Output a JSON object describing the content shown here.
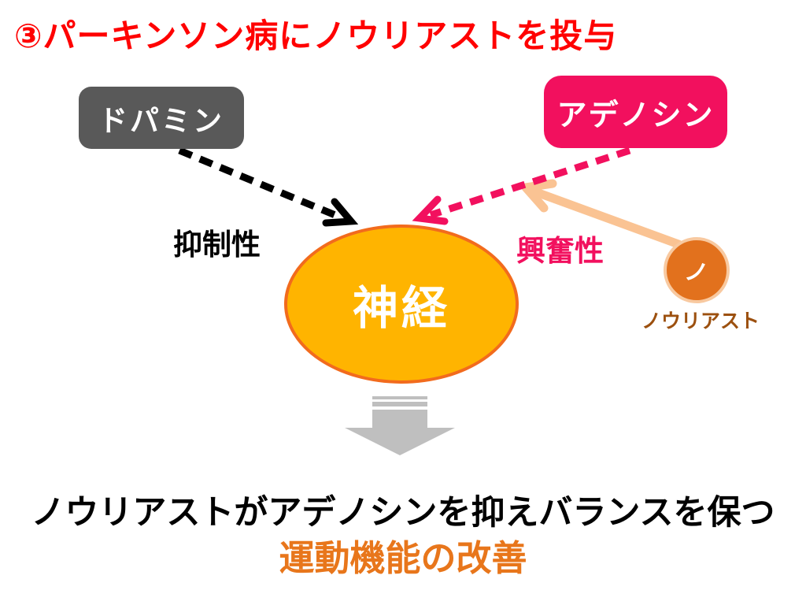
{
  "title": "③パーキンソン病にノウリアストを投与",
  "colors": {
    "title_red": "#ff0000",
    "dopamine_gray": "#595959",
    "adenosine_pink": "#f2105e",
    "nerve_fill": "#ffb400",
    "nerve_border": "#f26b1d",
    "nouriast_fill": "#e2711d",
    "nouriast_ring": "#f8c9a0",
    "nouriast_label_brown": "#9c500f",
    "peach_arrow": "#fac393",
    "gray_arrow": "#bfbfbf",
    "inhibitory_black": "#000000",
    "improvement_orange": "#e8761b"
  },
  "nodes": {
    "dopamine": {
      "label": "ドパミン"
    },
    "adenosine": {
      "label": "アデノシン"
    },
    "nerve": {
      "label": "神経"
    },
    "nouriast": {
      "glyph": "ノ",
      "label": "ノウリアスト"
    }
  },
  "edges": {
    "inhibitory": {
      "label": "抑制性"
    },
    "excitatory": {
      "label": "興奮性"
    }
  },
  "conclusion": {
    "line1": "ノウリアストがアデノシンを抑えバランスを保つ",
    "line2": "運動機能の改善"
  }
}
